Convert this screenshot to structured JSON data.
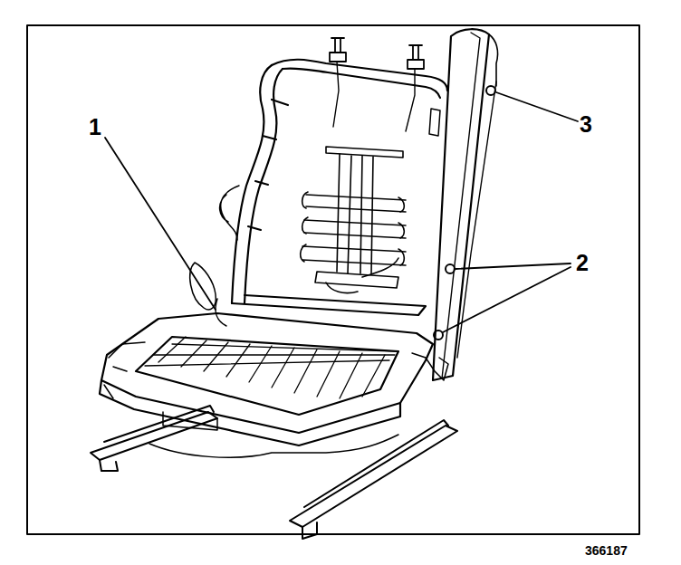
{
  "diagram": {
    "labels": [
      "1",
      "2",
      "3",
      "366187"
    ]
  }
}
